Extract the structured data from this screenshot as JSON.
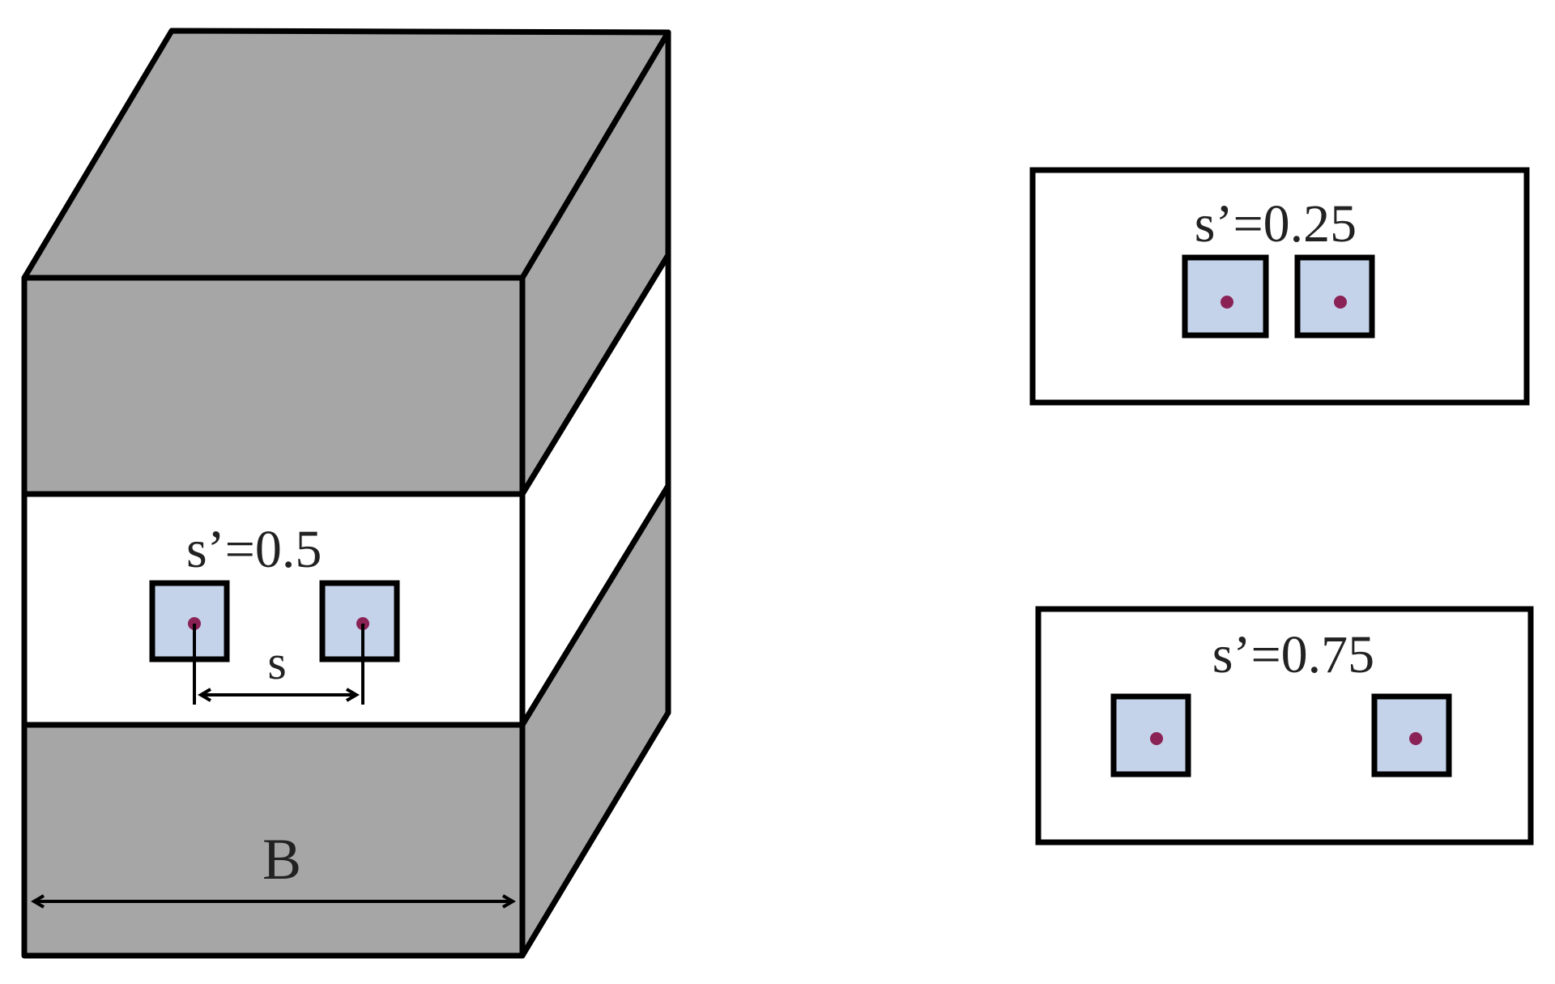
{
  "diagram": {
    "block_labels": {
      "spacing_ratio": "s’=0.5",
      "spacing": "s",
      "width": "B"
    },
    "panels": [
      {
        "spacing_ratio": "s’=0.25"
      },
      {
        "spacing_ratio": "s’=0.75"
      }
    ]
  },
  "colors": {
    "outline": "#000000",
    "gray_fill": "#a6a6a6",
    "white_fill": "#ffffff",
    "square_fill": "#c5d3ea",
    "dot": "#8b2256"
  }
}
